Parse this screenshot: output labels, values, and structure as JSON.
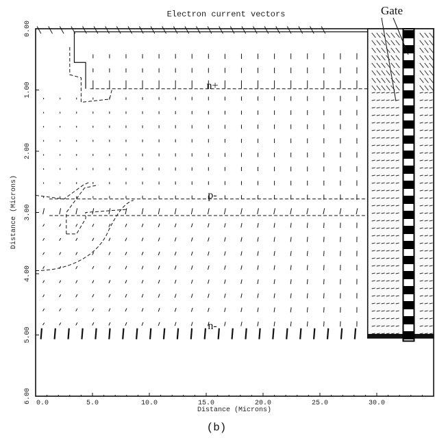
{
  "chart_data": {
    "type": "vector-field",
    "title": "Electron current vectors",
    "xlabel": "Distance (Microns)",
    "ylabel": "Distance (Microns)",
    "xlim": [
      0,
      35
    ],
    "ylim": [
      0,
      6
    ],
    "y_inverted": true,
    "x_ticks": [
      "0.0",
      "5.0",
      "10.0",
      "15.0",
      "20.0",
      "25.0",
      "30.0"
    ],
    "x_tick_values": [
      0,
      5,
      10,
      15,
      20,
      25,
      30
    ],
    "y_ticks": [
      "0.00",
      "1.00",
      "2.00",
      "3.00",
      "4.00",
      "5.00",
      "6.00"
    ],
    "y_tick_values": [
      0,
      1,
      2,
      3,
      4,
      5,
      6
    ],
    "regions": [
      {
        "label": "n+",
        "x": 20.5,
        "y": 0.85
      },
      {
        "label": "p-",
        "x": 20.5,
        "y": 2.95
      },
      {
        "label": "n-",
        "x": 20.5,
        "y": 4.8
      }
    ],
    "annotations": [
      {
        "label": "Gate",
        "x": 32.5,
        "y": 0.05
      }
    ],
    "gate_x": 32.8,
    "trench_x": [
      29.2,
      35
    ],
    "trench_depth": 5.05,
    "junctions_y": [
      0.98,
      2.78,
      3.05
    ],
    "caption": "(b)"
  }
}
